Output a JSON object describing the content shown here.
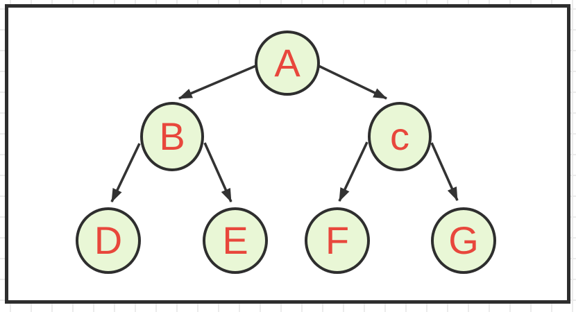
{
  "diagram": {
    "kind": "binary-tree",
    "nodes": [
      {
        "id": "A",
        "label": "A"
      },
      {
        "id": "B",
        "label": "B"
      },
      {
        "id": "c",
        "label": "c"
      },
      {
        "id": "D",
        "label": "D"
      },
      {
        "id": "E",
        "label": "E"
      },
      {
        "id": "F",
        "label": "F"
      },
      {
        "id": "G",
        "label": "G"
      }
    ],
    "edges": [
      {
        "from": "A",
        "to": "B"
      },
      {
        "from": "A",
        "to": "c"
      },
      {
        "from": "B",
        "to": "D"
      },
      {
        "from": "B",
        "to": "E"
      },
      {
        "from": "c",
        "to": "F"
      },
      {
        "from": "c",
        "to": "G"
      }
    ],
    "colors": {
      "node_fill": "#e9f7d6",
      "node_stroke": "#2e2e2e",
      "label_text": "#e8473c",
      "edge": "#333333",
      "frame_border": "#2e2e2e",
      "canvas_background": "#ffffff",
      "grid_line": "#ebebeb"
    }
  }
}
